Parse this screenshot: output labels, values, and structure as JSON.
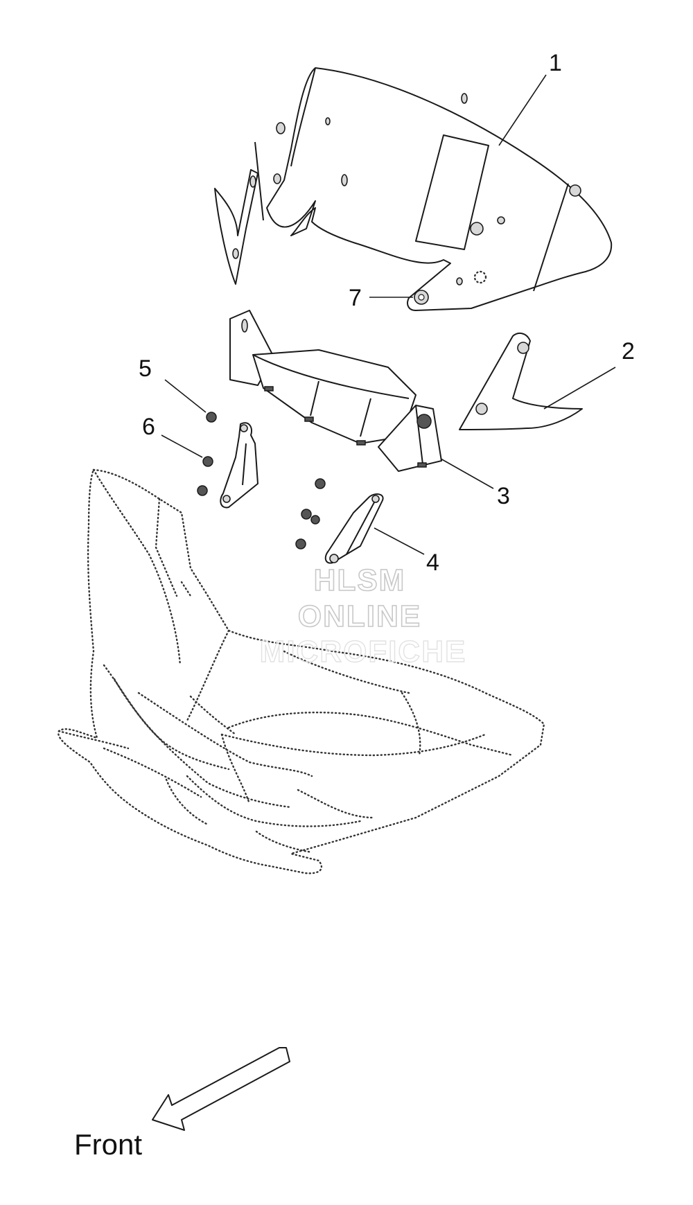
{
  "callouts": [
    {
      "id": "1",
      "label": "1"
    },
    {
      "id": "2",
      "label": "2"
    },
    {
      "id": "3",
      "label": "3"
    },
    {
      "id": "4",
      "label": "4"
    },
    {
      "id": "5",
      "label": "5"
    },
    {
      "id": "6",
      "label": "6"
    },
    {
      "id": "7",
      "label": "7"
    }
  ],
  "direction": {
    "label": "Front"
  },
  "watermark": {
    "line1": "HLSM",
    "line2": "ONLINE",
    "line3": "MICROFICHE"
  },
  "colors": {
    "line": "#1a1a1a",
    "watermark": "#c8c8c8",
    "background": "#ffffff"
  }
}
